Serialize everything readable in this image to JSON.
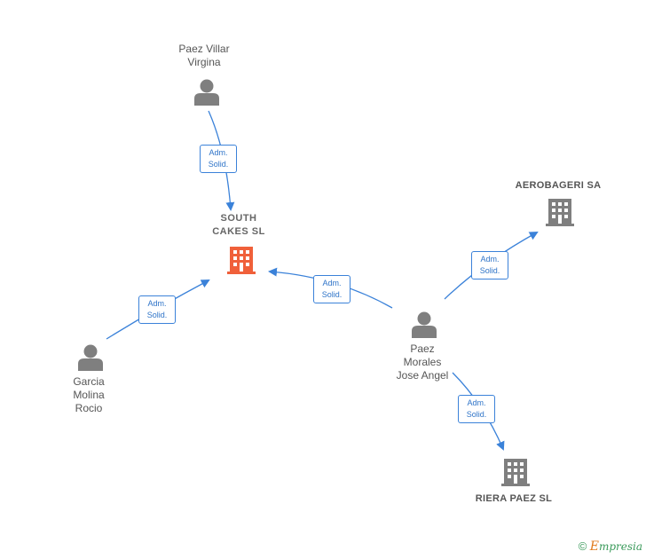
{
  "colors": {
    "edge": "#3b82d9",
    "person": "#7f7f7f",
    "company": "#7f7f7f",
    "main_company": "#f0603a"
  },
  "nodes": {
    "main": {
      "name": "SOUTH\nCAKES SL",
      "icon": "building-icon"
    },
    "paez_villar": {
      "name": "Paez Villar\nVirgina",
      "icon": "person-icon"
    },
    "garcia": {
      "name": "Garcia\nMolina\nRocio",
      "icon": "person-icon"
    },
    "paez_morales": {
      "name": "Paez\nMorales\nJose Angel",
      "icon": "person-icon"
    },
    "aerobageri": {
      "name": "AEROBAGERI SA",
      "icon": "building-icon"
    },
    "riera": {
      "name": "RIERA PAEZ SL",
      "icon": "building-icon"
    }
  },
  "edges": [
    {
      "from": "paez_villar",
      "to": "main",
      "label_1": "Adm.",
      "label_2": "Solid."
    },
    {
      "from": "garcia",
      "to": "main",
      "label_1": "Adm.",
      "label_2": "Solid."
    },
    {
      "from": "paez_morales",
      "to": "main",
      "label_1": "Adm.",
      "label_2": "Solid."
    },
    {
      "from": "paez_morales",
      "to": "aerobageri",
      "label_1": "Adm.",
      "label_2": "Solid."
    },
    {
      "from": "paez_morales",
      "to": "riera",
      "label_1": "Adm.",
      "label_2": "Solid."
    }
  ],
  "brand": {
    "copyright": "©",
    "e": "E",
    "rest": "mpresia"
  }
}
